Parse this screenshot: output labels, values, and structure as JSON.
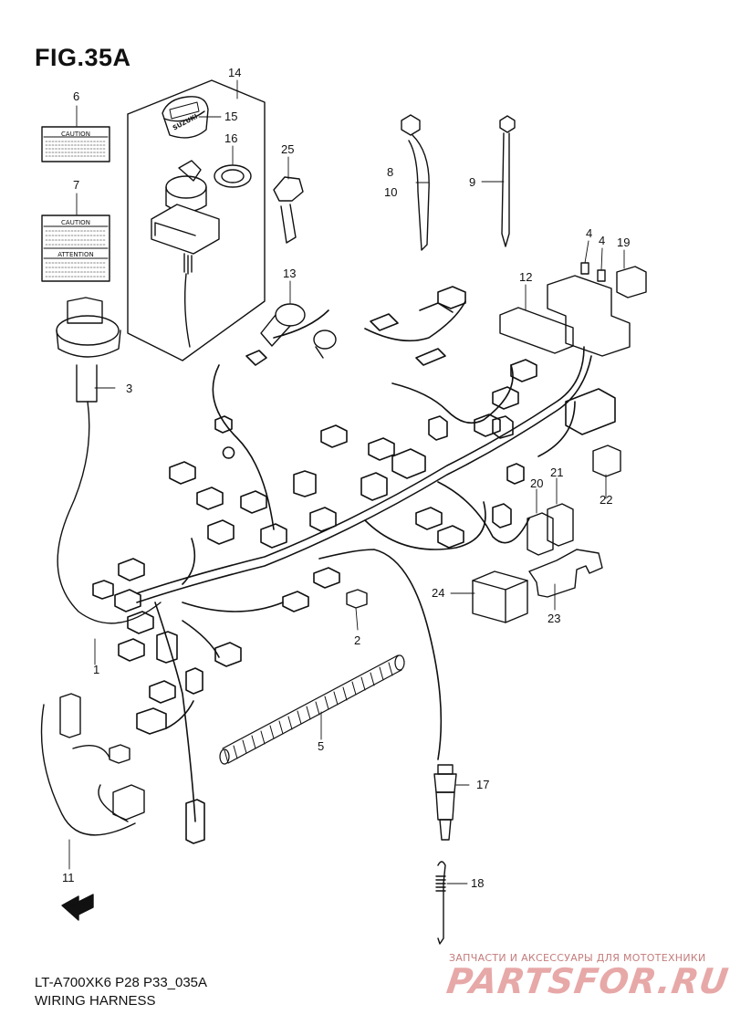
{
  "figure": {
    "title": "FIG.35A",
    "code": "LT-A700XK6 P28 P33_035A",
    "name": "WIRING HARNESS"
  },
  "labels": {
    "caution_1": "CAUTION",
    "caution_2": "CAUTION",
    "attention": "ATTENTION",
    "fwd": "FWD",
    "brand": "SUZUKI"
  },
  "callouts": [
    {
      "id": "c1",
      "text": "1"
    },
    {
      "id": "c2",
      "text": "2"
    },
    {
      "id": "c3",
      "text": "3"
    },
    {
      "id": "c4a",
      "text": "4"
    },
    {
      "id": "c4b",
      "text": "4"
    },
    {
      "id": "c5",
      "text": "5"
    },
    {
      "id": "c6",
      "text": "6"
    },
    {
      "id": "c7",
      "text": "7"
    },
    {
      "id": "c8",
      "text": "8"
    },
    {
      "id": "c10",
      "text": "10"
    },
    {
      "id": "c9",
      "text": "9"
    },
    {
      "id": "c11",
      "text": "11"
    },
    {
      "id": "c12",
      "text": "12"
    },
    {
      "id": "c13",
      "text": "13"
    },
    {
      "id": "c14",
      "text": "14"
    },
    {
      "id": "c15",
      "text": "15"
    },
    {
      "id": "c16",
      "text": "16"
    },
    {
      "id": "c17",
      "text": "17"
    },
    {
      "id": "c18",
      "text": "18"
    },
    {
      "id": "c19",
      "text": "19"
    },
    {
      "id": "c20",
      "text": "20"
    },
    {
      "id": "c21",
      "text": "21"
    },
    {
      "id": "c22",
      "text": "22"
    },
    {
      "id": "c23",
      "text": "23"
    },
    {
      "id": "c24",
      "text": "24"
    },
    {
      "id": "c25",
      "text": "25"
    }
  ],
  "watermark": {
    "tagline": "ЗАПЧАСТИ И АКСЕССУАРЫ ДЛЯ МОТОТЕХНИКИ",
    "logo": "PARTSFOR.RU"
  }
}
